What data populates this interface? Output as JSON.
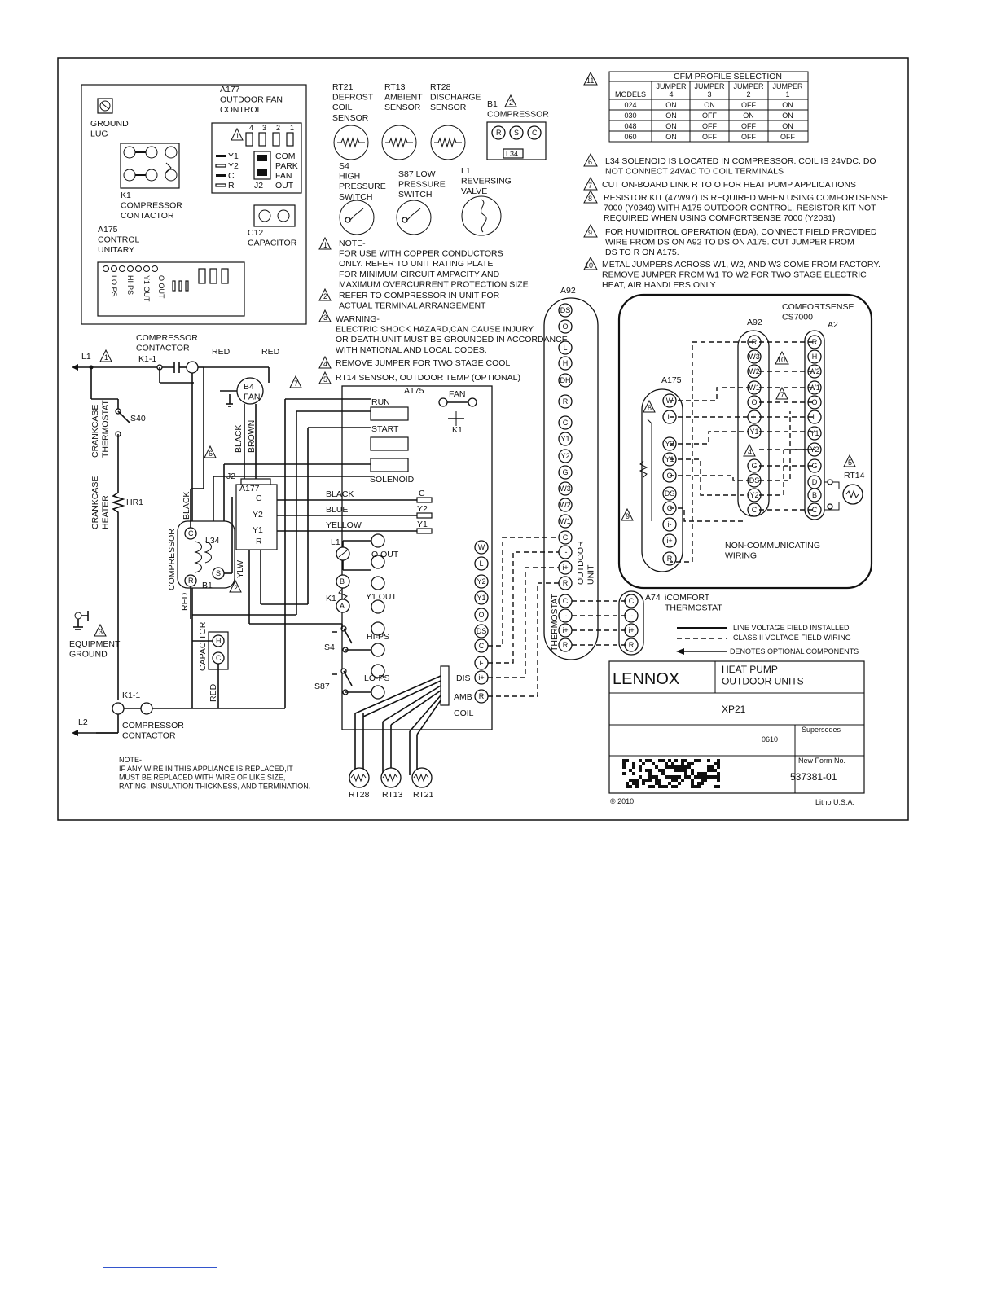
{
  "cfm_table": {
    "note_number": "11",
    "title": "CFM PROFILE SELECTION",
    "headers": [
      "MODELS",
      "JUMPER 4",
      "JUMPER 3",
      "JUMPER 2",
      "JUMPER 1"
    ],
    "rows": [
      [
        "024",
        "ON",
        "ON",
        "OFF",
        "ON"
      ],
      [
        "030",
        "ON",
        "OFF",
        "ON",
        "ON"
      ],
      [
        "048",
        "ON",
        "OFF",
        "OFF",
        "ON"
      ],
      [
        "060",
        "ON",
        "OFF",
        "OFF",
        "OFF"
      ]
    ]
  },
  "components": {
    "a177_label": "A177\nOUTDOOR FAN\nCONTROL",
    "ground_lug": "GROUND\nLUG",
    "k1_label": "K1\nCOMPRESSOR\nCONTACTOR",
    "a175_unitary": "A175\nCONTROL\nUNITARY",
    "c12_label": "C12\nCAPACITOR",
    "rt21": "RT21\nDEFROST\nCOIL\nSENSOR",
    "rt13": "RT13\nAMBIENT\nSENSOR",
    "rt28": "RT28\nDISCHARGE\nSENSOR",
    "b1_comp": "B1\nCOMPRESSOR",
    "s4": "S4\nHIGH\nPRESSURE\nSWITCH",
    "s87": "S87 LOW\nPRESSURE\nSWITCH",
    "l1_valve": "L1\nREVERSING\nVALVE",
    "l34": "L34",
    "a177_pins": [
      "Y1",
      "Y2",
      "C",
      "R"
    ],
    "a177_right": [
      "COM",
      "PARK",
      "FAN",
      "OUT"
    ],
    "j2": "J2",
    "jumper_nums": [
      "4",
      "3",
      "2",
      "1"
    ],
    "unitary_terms": [
      "LO PS",
      "HI-PS",
      "Y1 OUT",
      "O OUT"
    ]
  },
  "notes": [
    {
      "num": "1",
      "text": "NOTE-\nFOR USE WITH COPPER CONDUCTORS\nONLY. REFER TO UNIT RATING PLATE\nFOR MINIMUM CIRCUIT AMPACITY AND\nMAXIMUM OVERCURRENT PROTECTION SIZE"
    },
    {
      "num": "2",
      "text": "REFER TO COMPRESSOR IN UNIT FOR\nACTUAL TERMINAL ARRANGEMENT"
    },
    {
      "num": "3",
      "text": "WARNING-\nELECTRIC SHOCK HAZARD,CAN CAUSE INJURY\nOR DEATH.UNIT MUST BE GROUNDED IN ACCORDANCE\n\nWITH NATIONAL AND LOCAL CODES."
    },
    {
      "num": "4",
      "text": "REMOVE JUMPER FOR TWO STAGE COOL"
    },
    {
      "num": "5",
      "text": "RT14 SENSOR, OUTDOOR TEMP (OPTIONAL)"
    },
    {
      "num": "6",
      "text": "L34 SOLENOID IS LOCATED IN COMPRESSOR. COIL IS 24VDC. DO\nNOT CONNECT 24VAC TO COIL TERMINALS"
    },
    {
      "num": "7",
      "text": "CUT ON-BOARD LINK R TO O FOR HEAT PUMP APPLICATIONS"
    },
    {
      "num": "8",
      "text": "RESISTOR KIT  (47W97) IS REQUIRED WHEN USING COMFORTSENSE\n7000 (Y0349) WITH A175 OUTDOOR CONTROL. RESISTOR KIT NOT\nREQUIRED WHEN USING COMFORTSENSE 7000 (Y2081)"
    },
    {
      "num": "9",
      "text": "FOR HUMIDITROL OPERATION (EDA), CONNECT  FIELD  PROVIDED\nWIRE  FROM DS ON A92 TO DS ON  A175.  CUT JUMPER FROM\nDS TO R  ON A175."
    },
    {
      "num": "10",
      "text": "METAL JUMPERS ACROSS W1, W2, AND W3 COME FROM FACTORY.\nREMOVE JUMPER FROM W1 TO W2 FOR TWO STAGE ELECTRIC\nHEAT, AIR HANDLERS ONLY"
    }
  ],
  "schematic": {
    "l1": "L1",
    "l2": "L2",
    "compressor_contactor_top": "COMPRESSOR\nCONTACTOR",
    "k1_1_top": "K1-1",
    "red1": "RED",
    "red2": "RED",
    "b4_fan": "B4\nFAN",
    "crankcase_thermostat": "CRANKCASE\nTHERMOSTAT",
    "s40": "S40",
    "crankcase_heater": "CRANKCASE\nHEATER",
    "hr1": "HR1",
    "black_brown": [
      "BLACK",
      "BROWN"
    ],
    "black_side": "BLACK",
    "compressor_side": "COMPRESSOR",
    "l34": "L34",
    "b1": "B1",
    "ylw": "YLW",
    "red_side": "RED",
    "equipment_ground": "EQUIPMENT\nGROUND",
    "capacitor": "CAPACITOR",
    "red3": "RED",
    "k1_1_bottom": "K1-1",
    "compressor_contactor_bottom": "COMPRESSOR\nCONTACTOR",
    "bottom_note": "NOTE-\nIF ANY WIRE IN THIS APPLIANCE IS REPLACED,IT\nMUST BE REPLACED WITH WIRE OF LIKE SIZE,\nRATING, INSULATION THICKNESS, AND TERMINATION.",
    "a175": "A175",
    "run": "RUN",
    "start": "START",
    "solenoid": "SOLENOID",
    "fan": "FAN",
    "k1": "K1",
    "j2": "J2",
    "a177": "A177",
    "a177_terms": [
      "C",
      "Y2",
      "Y1",
      "R"
    ],
    "wire_colors": [
      "BLACK",
      "BLUE",
      "YELLOW"
    ],
    "wire_ends": [
      "C",
      "Y2",
      "Y1"
    ],
    "l1_coil": "L1",
    "o_out": "O OUT",
    "y1_out": "Y1 OUT",
    "k1_side": "K1",
    "hi_ps": "HI-PS",
    "lo_ps": "LO-PS",
    "s4": "S4",
    "s87": "S87",
    "dis": "DIS",
    "amb": "AMB",
    "coil": "COIL",
    "rt28": "RT28",
    "rt13": "RT13",
    "rt21": "RT21",
    "a175_terms": [
      "W",
      "L",
      "Y2",
      "Y1",
      "O",
      "DS",
      "C",
      "i-",
      "i+",
      "R"
    ],
    "relay_terms": [
      "B",
      "A"
    ]
  },
  "a92_strip": {
    "label": "A92",
    "terms": [
      "DS",
      "O",
      "L",
      "H",
      "DH",
      "R",
      "C",
      "Y1",
      "Y2",
      "G",
      "W3",
      "W2",
      "W1",
      "C",
      "i-",
      "i+",
      "R"
    ],
    "outdoor_unit": "OUTDOOR\nUNIT",
    "thermostat": "THERMOSTAT",
    "bottom_terms": [
      "C",
      "i-",
      "i+",
      "R"
    ]
  },
  "a74": {
    "label": "A74",
    "title": "iCOMFORT\nTHERMOSTAT",
    "terms": [
      "C",
      "i-",
      "i+",
      "R"
    ]
  },
  "comfortsense": {
    "title": "COMFORTSENSE\nCS7000",
    "a92": "A92",
    "a2": "A2",
    "a175": "A175",
    "rt14": "RT14",
    "non_comm": "NON-COMMUNICATING\nWIRING",
    "a92_terms": [
      "R",
      "W3",
      "W2",
      "W1",
      "O",
      "L",
      "Y1",
      "G",
      "DS",
      "Y2",
      "C"
    ],
    "a2_terms": [
      "R",
      "H",
      "W2",
      "W1",
      "O",
      "L",
      "Y1",
      "Y2",
      "G",
      "D",
      "B",
      "C"
    ],
    "a175_terms": [
      "W",
      "L",
      "Y2",
      "Y1",
      "O",
      "DS",
      "C",
      "i-",
      "i+",
      "R"
    ]
  },
  "legend": {
    "line_voltage": "LINE VOLTAGE FIELD INSTALLED",
    "class2": "CLASS II VOLTAGE FIELD WIRING",
    "optional": "DENOTES OPTIONAL COMPONENTS"
  },
  "title_block": {
    "brand": "LENNOX",
    "title": "HEAT PUMP\nOUTDOOR UNITS",
    "model": "XP21",
    "supersedes_label": "Supersedes",
    "date": "0610",
    "new_form_label": "New Form No.",
    "form_no": "537381-01",
    "copyright": "© 2010",
    "printed": "Litho U.S.A."
  }
}
